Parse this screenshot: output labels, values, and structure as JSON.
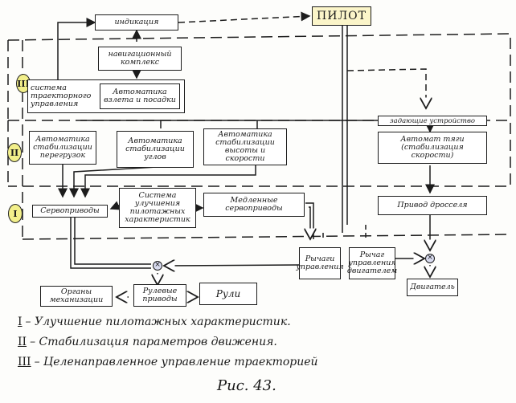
{
  "diagram": {
    "title": "Рис. 43.",
    "top": {
      "indication": "индикация",
      "pilot": "ПИЛОТ",
      "nav_complex": "навигационный комплекс"
    },
    "level_III": {
      "marker": "III",
      "trajectory_system": "система траекторного управления",
      "takeoff_landing": "Автоматика взлета и посадки"
    },
    "level_II": {
      "marker": "II",
      "overload_stab": "Автоматика стабилизации перегрузок",
      "angle_stab": "Автоматика стабилизации углов",
      "altitude_speed_stab": "Автоматика стабилизации высоты и скорости"
    },
    "right_chain": {
      "setter": "задающие устройство",
      "thrust_auto": "Автомат тяги (стабилизация скорости)",
      "throttle_drive": "Привод дросселя",
      "engine_levers": "Рычаг управления двигателем",
      "engine": "Двигатель"
    },
    "level_I": {
      "marker": "I",
      "servo": "Сервоприводы",
      "improvement_system": "Система улучшения пилотажных характеристик",
      "slow_servo": "Медленные сервоприводы",
      "control_levers": "Рычаги управления"
    },
    "bottom": {
      "mechanization": "Органы механизации",
      "steering_drives": "Рулевые приводы",
      "rudders": "Рули"
    },
    "legend": [
      {
        "num": "I",
        "text": "– Улучшение пилотажных характеристик."
      },
      {
        "num": "II",
        "text": "– Стабилизация параметров движения."
      },
      {
        "num": "III",
        "text": "– Целенаправленное управление траекторией"
      }
    ],
    "colors": {
      "pilot_fill": "#fbf5c9",
      "marker_fill": "#f2ef8a",
      "mixer_fill": "#d8dbef"
    }
  }
}
